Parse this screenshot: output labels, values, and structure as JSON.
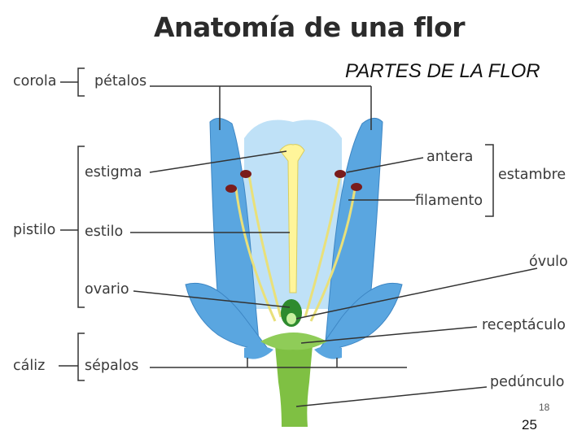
{
  "title": "Anatomía de una flor",
  "subtitle": "PARTES DE LA FLOR",
  "labels": {
    "corola": "corola",
    "petalos": "pétalos",
    "pistilo": "pistilo",
    "estigma": "estigma",
    "estilo": "estilo",
    "ovario": "ovario",
    "caliz": "cáliz",
    "sepalos": "sépalos",
    "antera": "antera",
    "estambre": "estambre",
    "filamento": "filamento",
    "ovulo": "óvulo",
    "receptaculo": "receptáculo",
    "pedunculo": "pedúnculo"
  },
  "page_numbers": {
    "small": "18",
    "large": "25"
  },
  "colors": {
    "petal": "#5aa6e0",
    "petal_inner": "#bfe1f7",
    "stem": "#7fc043",
    "pistil": "#fff59a",
    "anther": "#7a1c1c",
    "ovary": "#2e8b2e"
  }
}
